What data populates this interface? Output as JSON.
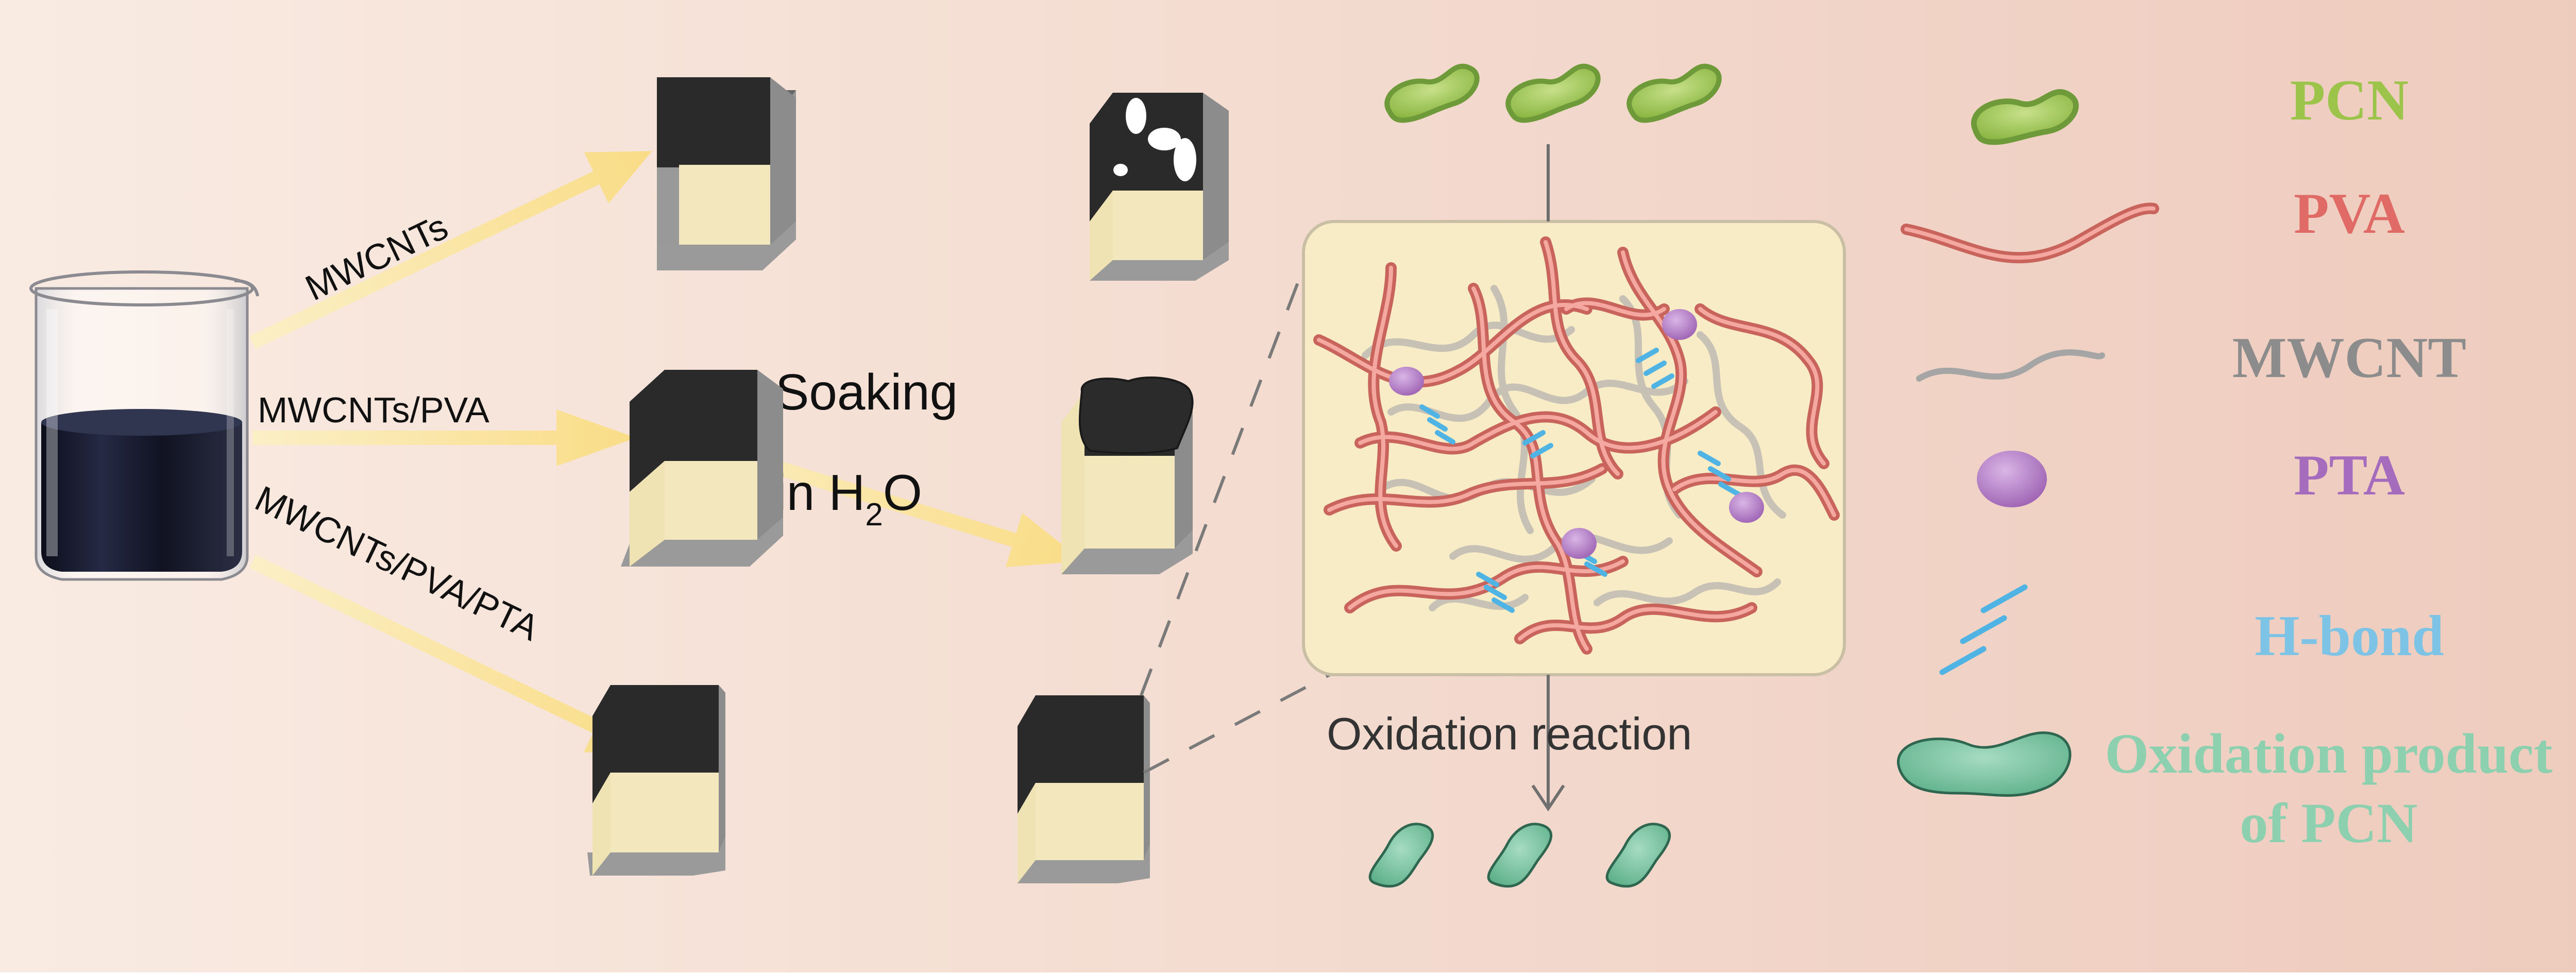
{
  "colors": {
    "background_left": "#f8e8de",
    "background_right": "#efcfc1",
    "pcn": "#9cc44a",
    "pva": "#e08a82",
    "mwcnt": "#a5a5a5",
    "pta": "#b27bc5",
    "hbond": "#4fb3e3",
    "product": "#6cbf9a",
    "arrow": "#f8e08e",
    "substrate": "#f3e7bd",
    "coating": "#2a2a2a",
    "line": "#6f6f6f"
  },
  "routes": {
    "route1": "MWCNTs",
    "route2": "MWCNTs/PVA",
    "route3": "MWCNTs/PVA/PTA"
  },
  "process": {
    "soaking_line1": "Soaking",
    "soaking_line2_pre": "in H",
    "soaking_line2_sub": "2",
    "soaking_line2_post": "O",
    "reaction": "Oxidation reaction"
  },
  "legend": {
    "pcn": "PCN",
    "pva": "PVA",
    "mwcnt": "MWCNT",
    "pta": "PTA",
    "hbond": "H-bond",
    "product_line1": "Oxidation product",
    "product_line2": "of PCN"
  }
}
